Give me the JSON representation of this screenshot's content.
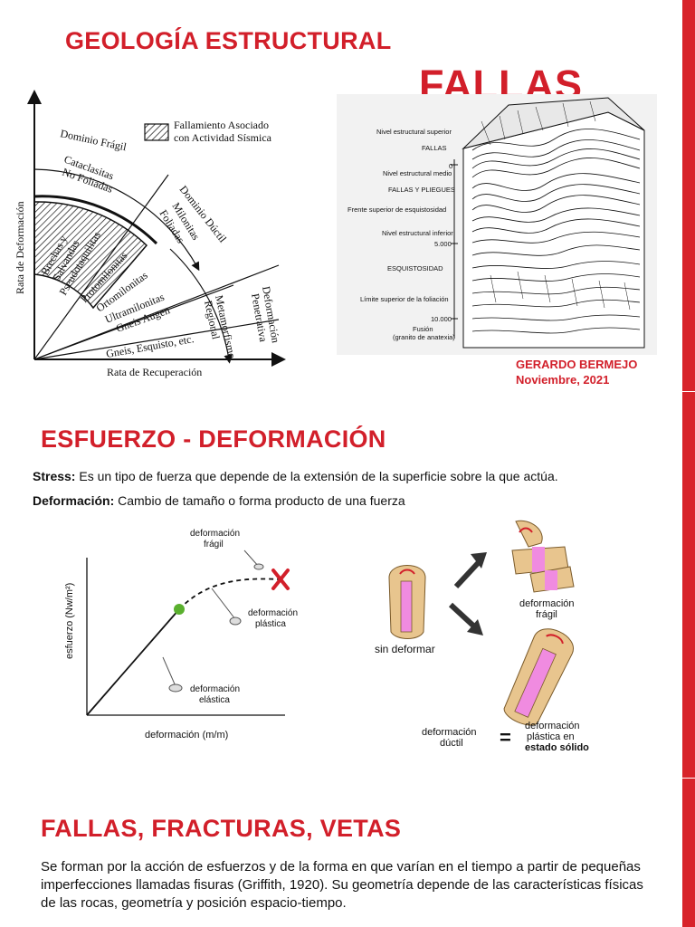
{
  "header": {
    "title": "GEOLOGÍA ESTRUCTURAL",
    "subtitle": "FALLAS",
    "author": "GERARDO BERMEJO",
    "date": "Noviembre, 2021"
  },
  "diagram_left": {
    "y_axis": "Rata de Deformación",
    "x_axis": "Rata de Recuperación",
    "legend": [
      "Fallamiento Asociado",
      "con Actividad Sísmica"
    ],
    "dominio_fragil": "Dominio Frágil",
    "cataclasitas": [
      "Cataclasitas",
      "No Foliadas"
    ],
    "dominio_ductil": "Dominio Dúctil",
    "milonitas": [
      "Milonitas",
      "Foliadas"
    ],
    "brechas": [
      "Brechas y",
      "Salvandas"
    ],
    "pseudotaquilitas": "Pseudotaquilitas",
    "protomilonitas": "Protomilonitas",
    "ortomilonitas": "Ortomilonitas",
    "ultramilonitas": "Ultramilonitas",
    "gneis_augen": "Gneis Augen",
    "metamorfismo": [
      "Metamorfismo",
      "Regional"
    ],
    "deformacion": [
      "Deformación",
      "Penetrativa"
    ],
    "gneis_esquisto": "Gneis, Esquisto, etc."
  },
  "diagram_right": {
    "labels": [
      "Nivel estructural superior",
      "FALLAS",
      "0",
      "Nivel estructural medio",
      "FALLAS Y PLIEGUES",
      "Frente superior de esquistosidad",
      "Nivel estructural inferior",
      "5.000",
      "ESQUISTOSIDAD",
      "Límite superior de la foliación",
      "10.000",
      "Fusión",
      "(granito de anatexia)"
    ]
  },
  "section_stress": {
    "title": "ESFUERZO - DEFORMACIÓN",
    "stress_term": "Stress:",
    "stress_def": " Es un tipo de fuerza que depende de la extensión de la superficie sobre la que actúa.",
    "deform_term": "Deformación:",
    "deform_def": " Cambio de tamaño o forma producto de una fuerza"
  },
  "stress_chart": {
    "ylabel": "esfuerzo (Nw/m²)",
    "xlabel": "deformación (m/m)",
    "fragil": [
      "deformación",
      "frágil"
    ],
    "plastica": [
      "deformación",
      "plástica"
    ],
    "elastica": [
      "deformación",
      "elástica"
    ]
  },
  "trilobite": {
    "sin_deformar": "sin deformar",
    "fragil": [
      "deformación",
      "frágil"
    ],
    "ductil": [
      "deformación",
      "dúctil"
    ],
    "equals": "=",
    "plastica": [
      "deformación",
      "plástica en"
    ],
    "solido": "estado sólido"
  },
  "section_fallas": {
    "title": "FALLAS, FRACTURAS, VETAS",
    "paragraph": "Se forman por la acción de esfuerzos y de la forma en que varían en el tiempo a partir de pequeñas imperfecciones llamadas fisuras (Griffith, 1920). Su geometría depende de las características físicas de las rocas, geometría y posición espacio-tiempo."
  },
  "colors": {
    "accent_red": "#d21f2a",
    "side_bar": "#d8232a",
    "green_dot": "#5ab02e",
    "trilobite_body": "#e8c58e",
    "trilobite_axis": "#f08be0"
  }
}
